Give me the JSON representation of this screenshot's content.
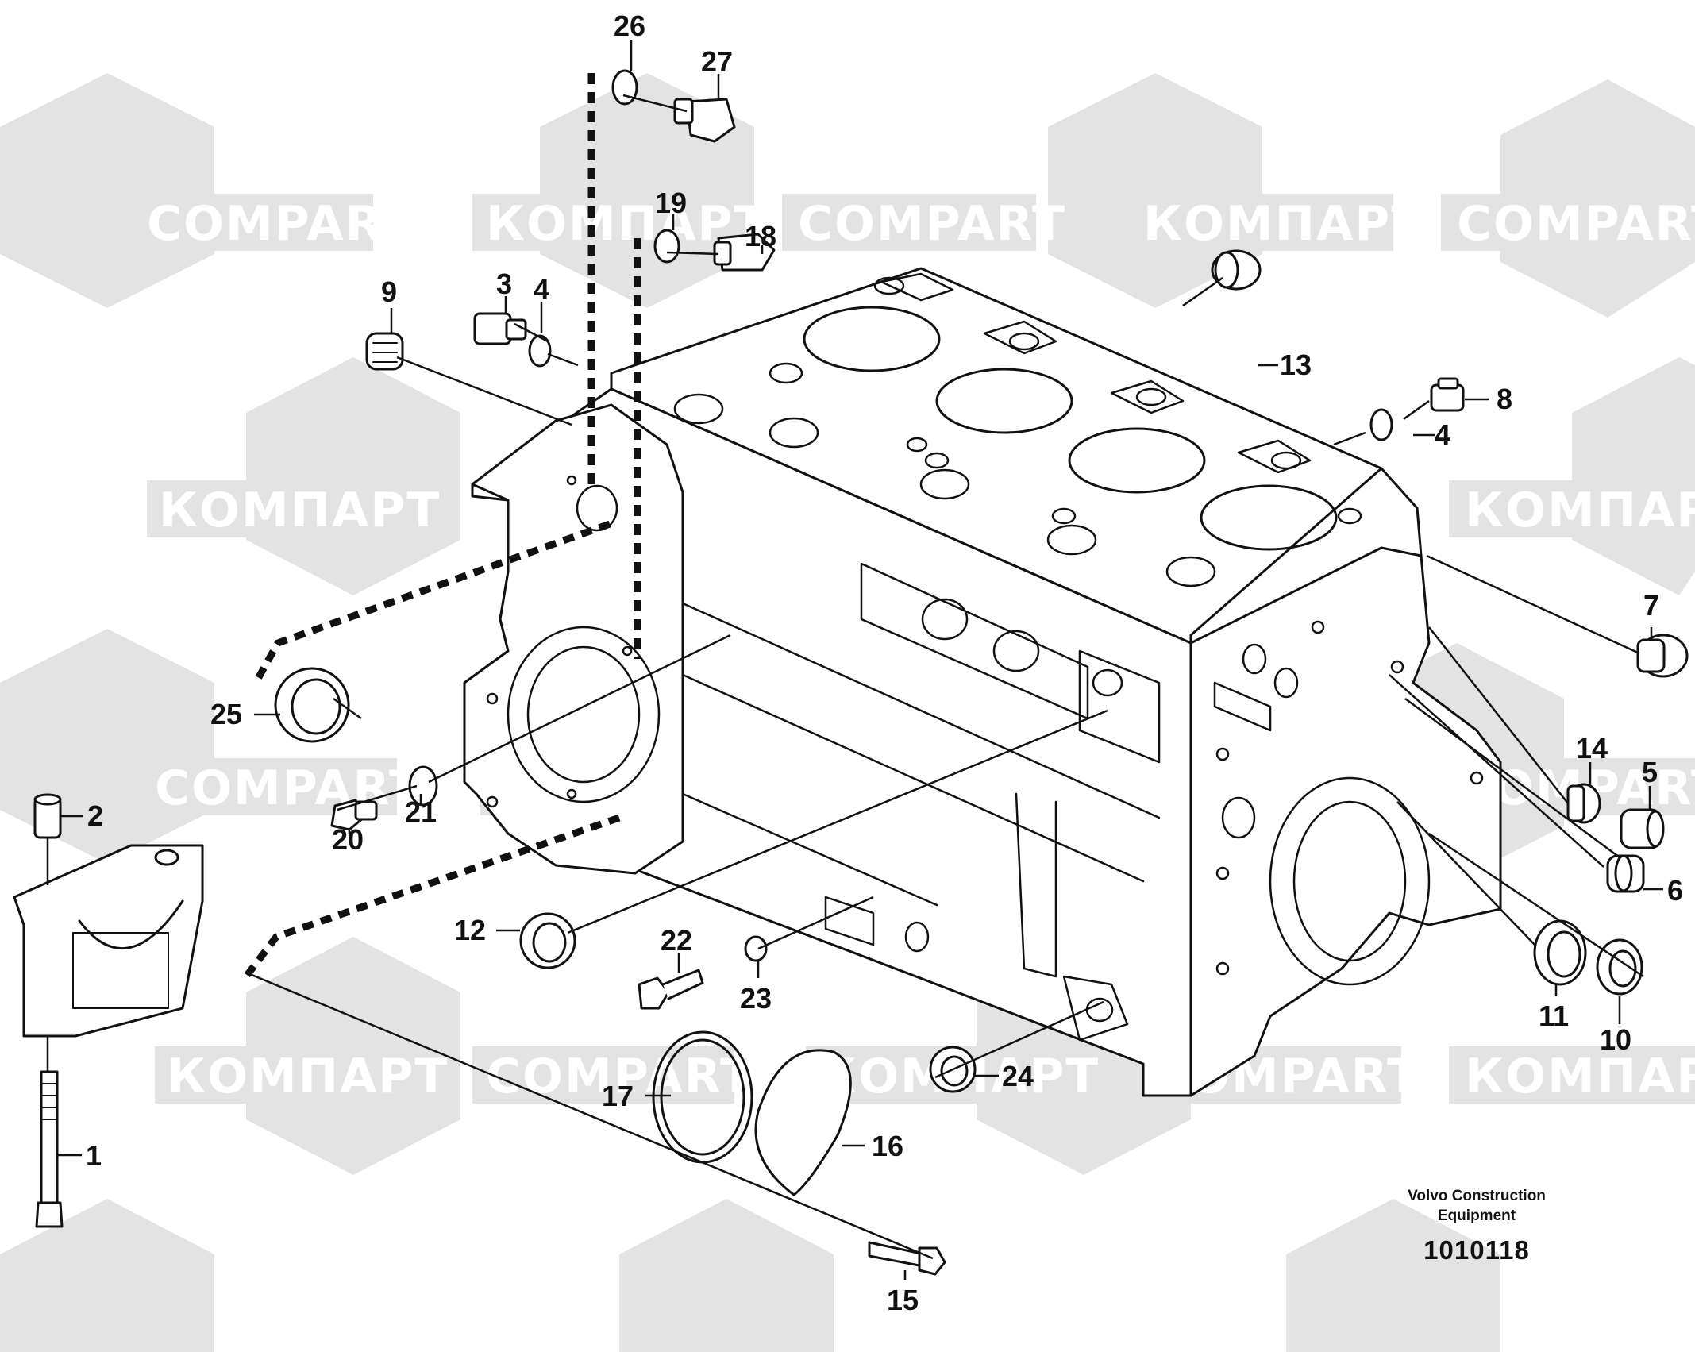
{
  "watermark": {
    "text_latin": "COMPART",
    "text_cyrillic": "КОМПАРТ"
  },
  "caption": {
    "maker_line1": "Volvo Construction",
    "maker_line2": "Equipment",
    "code": "1010118"
  },
  "callouts": [
    {
      "id": "c1",
      "label": "1"
    },
    {
      "id": "c2",
      "label": "2"
    },
    {
      "id": "c3",
      "label": "3"
    },
    {
      "id": "c4a",
      "label": "4"
    },
    {
      "id": "c4b",
      "label": "4"
    },
    {
      "id": "c5",
      "label": "5"
    },
    {
      "id": "c6",
      "label": "6"
    },
    {
      "id": "c7",
      "label": "7"
    },
    {
      "id": "c8",
      "label": "8"
    },
    {
      "id": "c9",
      "label": "9"
    },
    {
      "id": "c10",
      "label": "10"
    },
    {
      "id": "c11",
      "label": "11"
    },
    {
      "id": "c12",
      "label": "12"
    },
    {
      "id": "c13",
      "label": "13"
    },
    {
      "id": "c14",
      "label": "14"
    },
    {
      "id": "c15",
      "label": "15"
    },
    {
      "id": "c16",
      "label": "16"
    },
    {
      "id": "c17",
      "label": "17"
    },
    {
      "id": "c18",
      "label": "18"
    },
    {
      "id": "c19",
      "label": "19"
    },
    {
      "id": "c20",
      "label": "20"
    },
    {
      "id": "c21",
      "label": "21"
    },
    {
      "id": "c22",
      "label": "22"
    },
    {
      "id": "c23",
      "label": "23"
    },
    {
      "id": "c24",
      "label": "24"
    },
    {
      "id": "c25",
      "label": "25"
    },
    {
      "id": "c26",
      "label": "26"
    },
    {
      "id": "c27",
      "label": "27"
    }
  ],
  "colors": {
    "line": "#111111",
    "watermark": "#e3e3e3",
    "background": "#ffffff"
  }
}
